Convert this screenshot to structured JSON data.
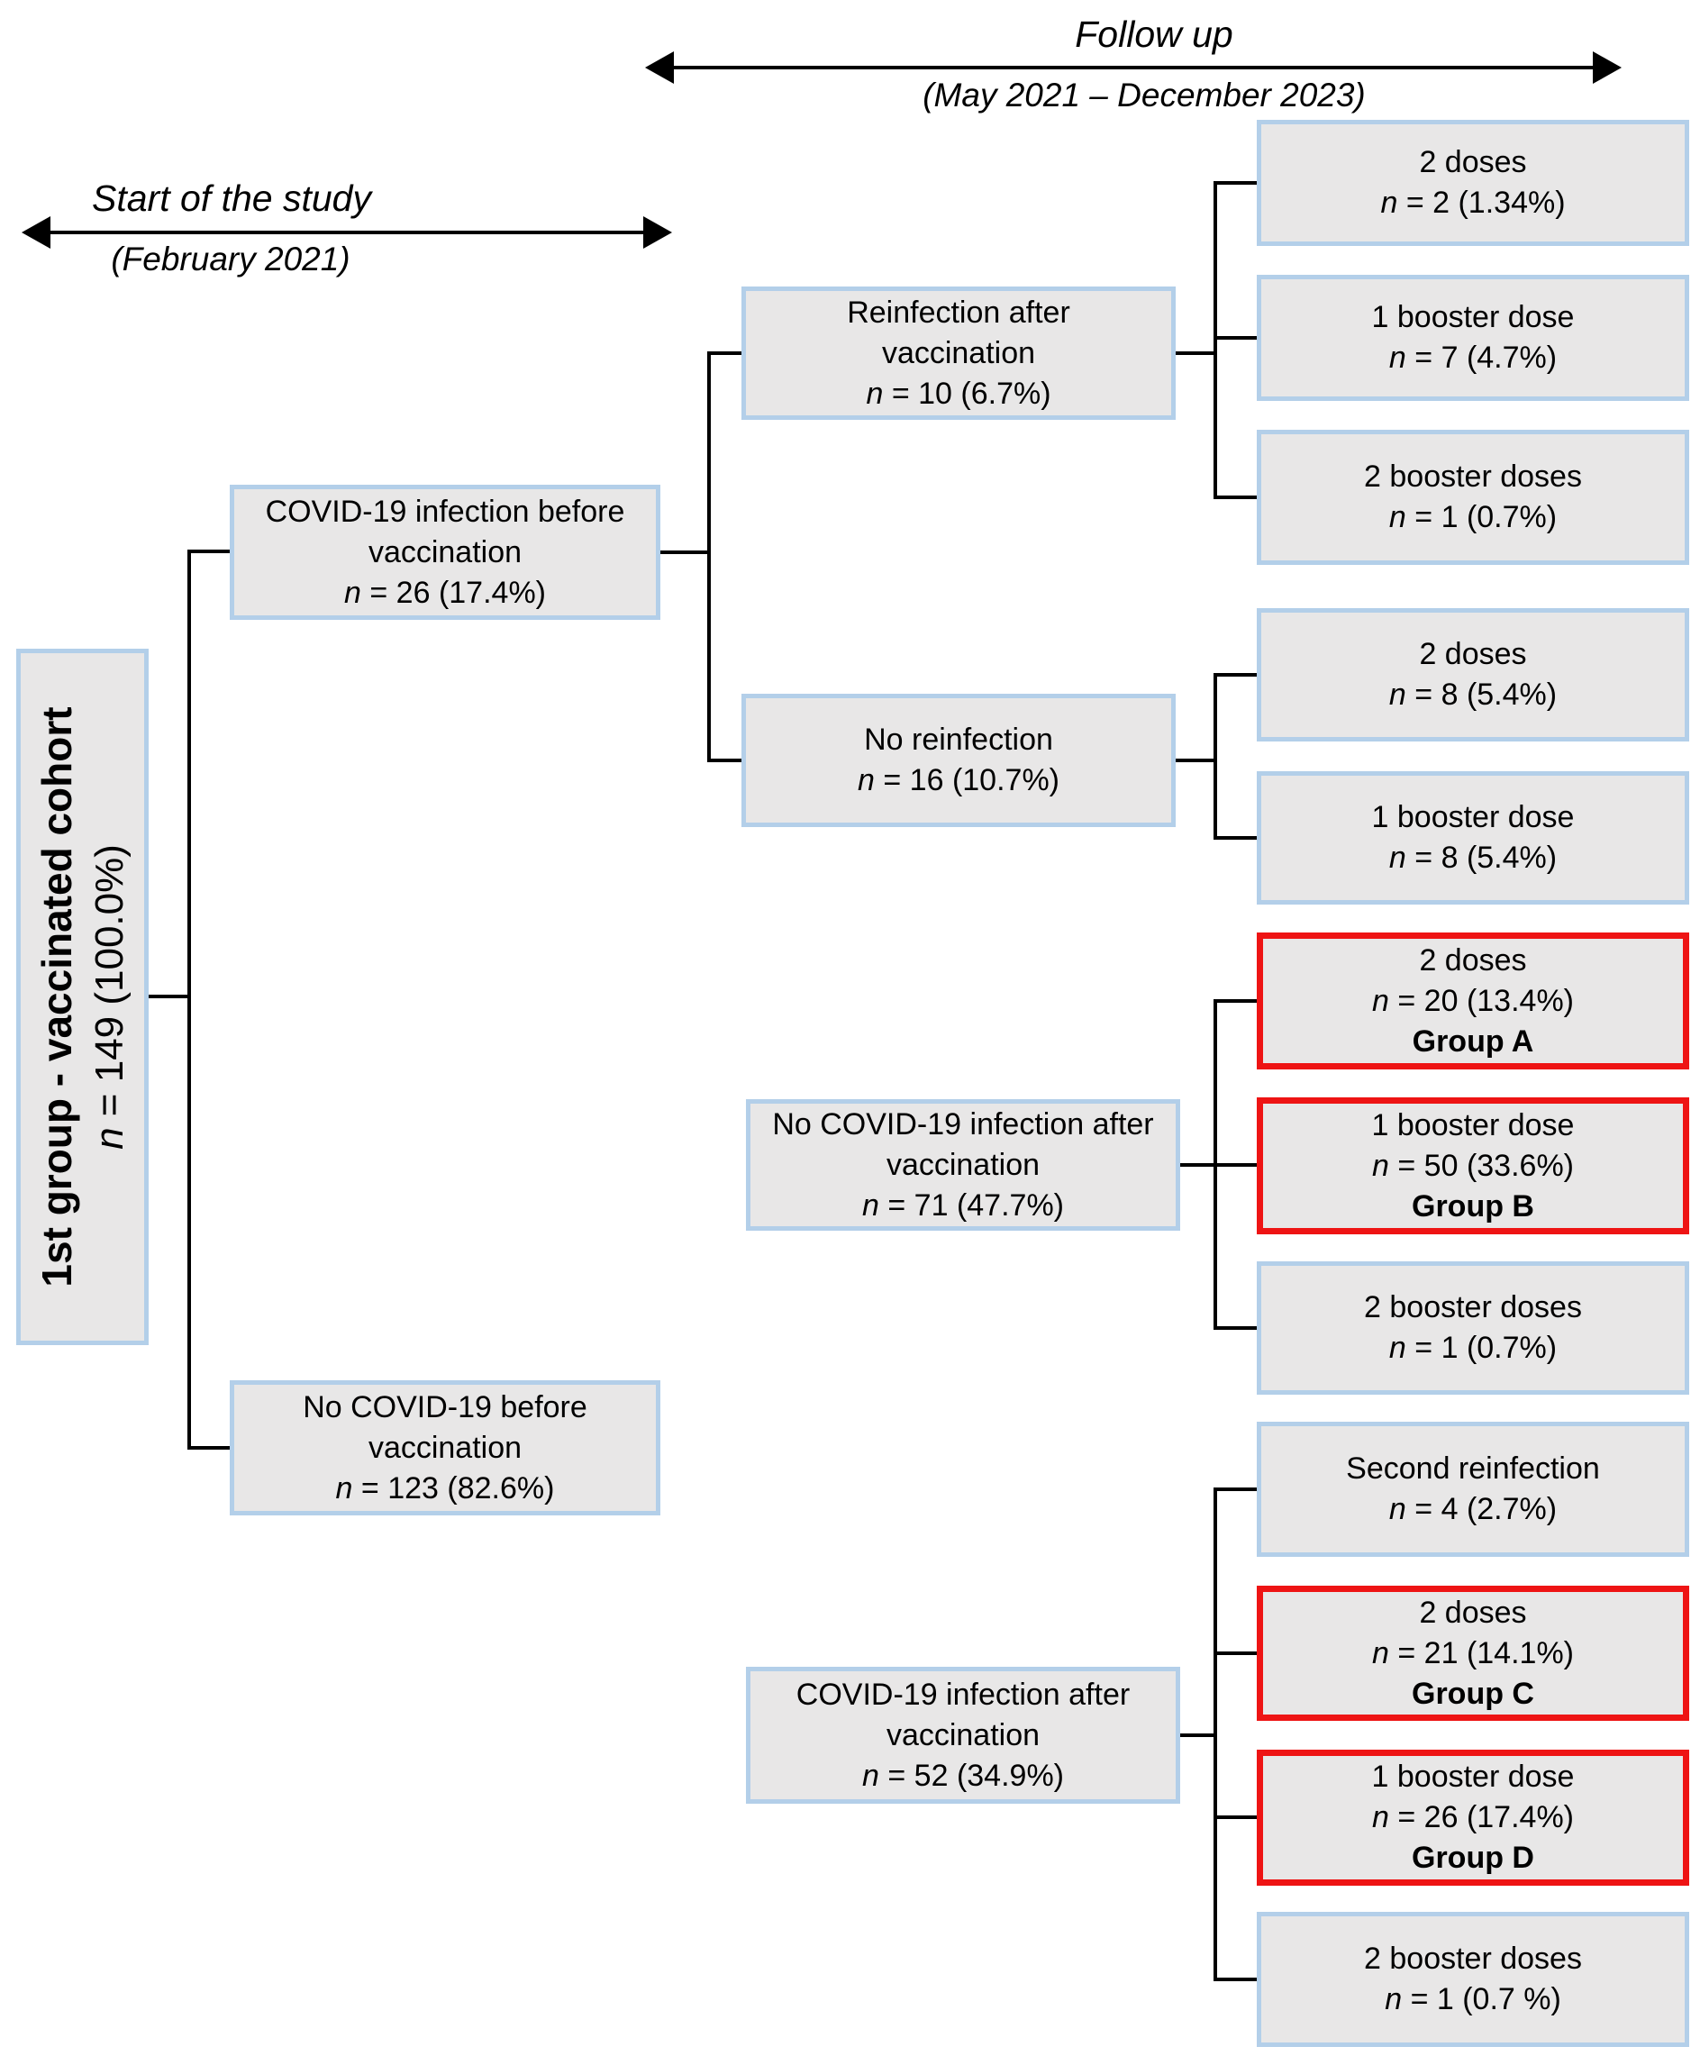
{
  "timeline_followup": {
    "title": "Follow up",
    "subtitle": "(May 2021 – December 2023)"
  },
  "timeline_start": {
    "title": "Start of the study",
    "subtitle": "(February 2021)"
  },
  "root": {
    "label": "1st group - vaccinated cohort",
    "n_symbol": "n",
    "n_value": "= 149 (100.0%)"
  },
  "nodes": {
    "infection_before": {
      "label": "COVID-19 infection before",
      "label2": "vaccination",
      "n_symbol": "n",
      "n_value": "= 26 (17.4%)"
    },
    "no_covid_before": {
      "label": "No COVID-19 before",
      "label2": "vaccination",
      "n_symbol": "n",
      "n_value": "= 123 (82.6%)"
    },
    "reinfection_after": {
      "label": "Reinfection after",
      "label2": "vaccination",
      "n_symbol": "n",
      "n_value": "= 10 (6.7%)"
    },
    "no_reinfection": {
      "label": "No reinfection",
      "n_symbol": "n",
      "n_value": "= 16 (10.7%)"
    },
    "no_infection_after": {
      "label": "No COVID-19 infection after",
      "label2": "vaccination",
      "n_symbol": "n",
      "n_value": "= 71 (47.7%)"
    },
    "infection_after": {
      "label": "COVID-19 infection after",
      "label2": "vaccination",
      "n_symbol": "n",
      "n_value": "= 52 (34.9%)"
    },
    "r1_2doses": {
      "label": "2 doses",
      "n_symbol": "n",
      "n_value": "= 2 (1.34%)"
    },
    "r1_1booster": {
      "label": "1 booster dose",
      "n_symbol": "n",
      "n_value": "= 7 (4.7%)"
    },
    "r1_2booster": {
      "label": "2 booster doses",
      "n_symbol": "n",
      "n_value": "= 1 (0.7%)"
    },
    "r2_2doses": {
      "label": "2 doses",
      "n_symbol": "n",
      "n_value": "= 8 (5.4%)"
    },
    "r2_1booster": {
      "label": "1 booster dose",
      "n_symbol": "n",
      "n_value": "= 8 (5.4%)"
    },
    "r3_2doses": {
      "label": "2 doses",
      "n_symbol": "n",
      "n_value": "= 20 (13.4%)",
      "group": "Group A"
    },
    "r3_1booster": {
      "label": "1 booster dose",
      "n_symbol": "n",
      "n_value": "= 50 (33.6%)",
      "group": "Group B"
    },
    "r3_2booster": {
      "label": "2 booster doses",
      "n_symbol": "n",
      "n_value": "= 1 (0.7%)"
    },
    "r4_second": {
      "label": "Second reinfection",
      "n_symbol": "n",
      "n_value": "= 4 (2.7%)"
    },
    "r4_2doses": {
      "label": "2 doses",
      "n_symbol": "n",
      "n_value": "= 21 (14.1%)",
      "group": "Group C"
    },
    "r4_1booster": {
      "label": "1 booster dose",
      "n_symbol": "n",
      "n_value": "= 26 (17.4%)",
      "group": "Group D"
    },
    "r4_2booster": {
      "label": "2 booster doses",
      "n_symbol": "n",
      "n_value": "= 1 (0.7 %)"
    }
  },
  "colors": {
    "box_fill": "#e8e7e7",
    "box_border": "#b3cfe9",
    "highlight_border": "#ee1414",
    "line": "#000000"
  }
}
